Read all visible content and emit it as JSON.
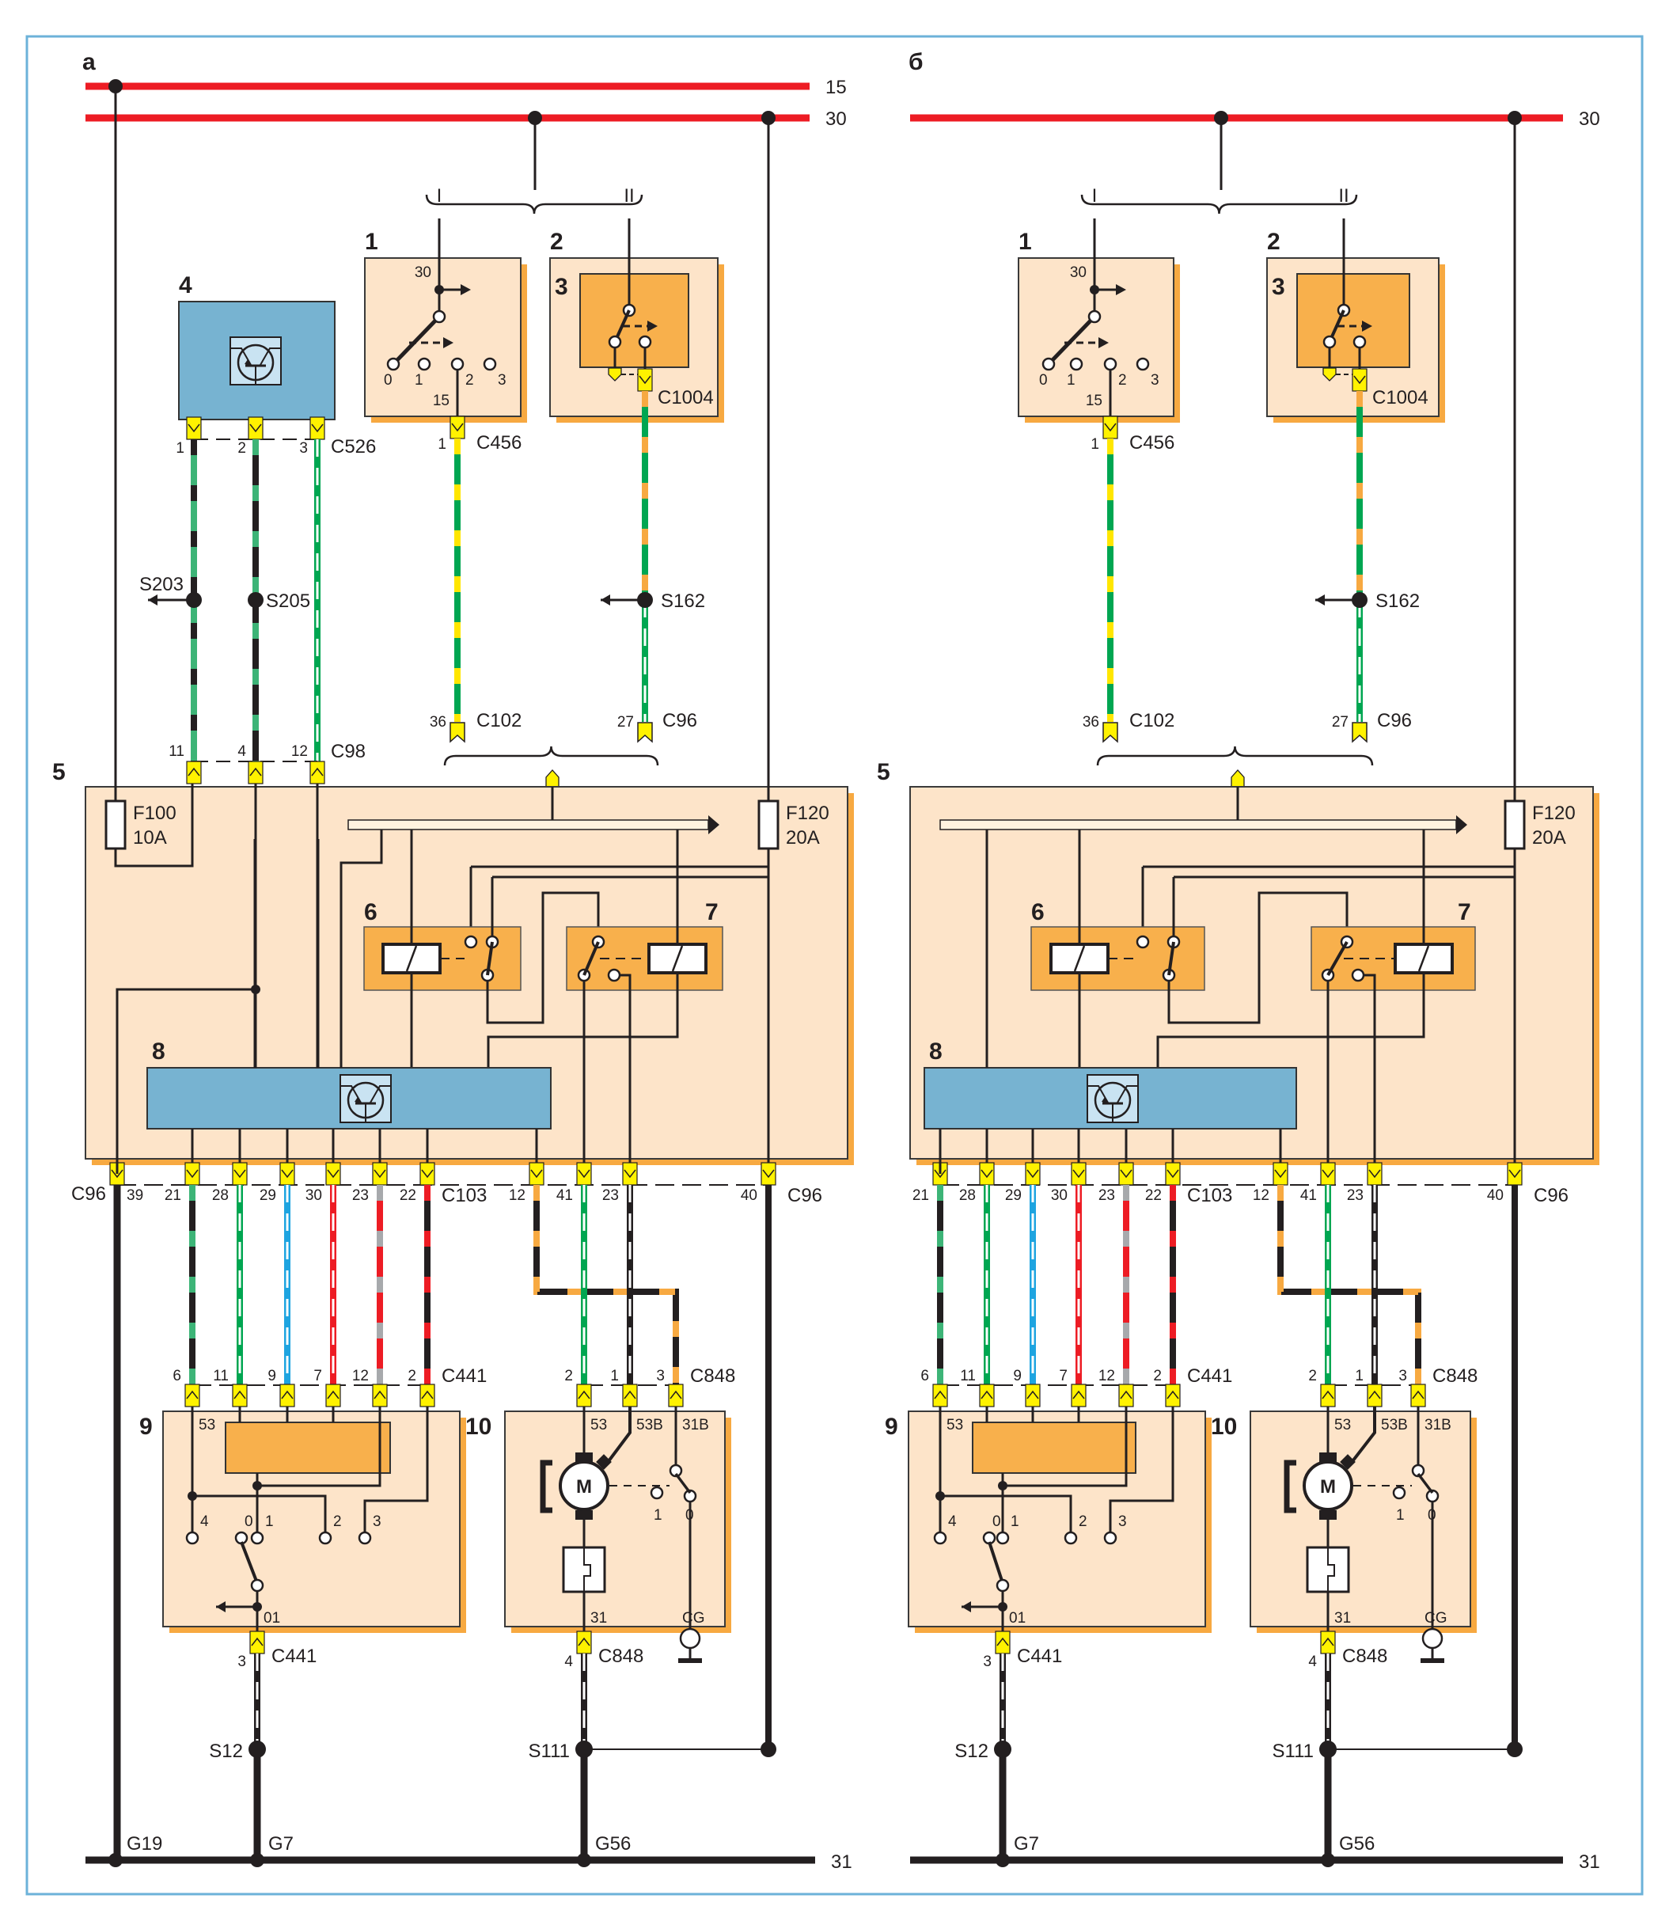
{
  "colors": {
    "bus_red": "#ed1c24",
    "module_bg": "#fde4c9",
    "module_shadow": "#f7a941",
    "relay_orange": "#f8b04c",
    "electronic_blue": "#77b3d1",
    "connector_yellow": "#fff200",
    "frame": "#6cb2d9",
    "green": "#00a651",
    "light_green": "#3db477",
    "yellow": "#ffe600",
    "blue": "#1ea4e0",
    "red": "#ed1c24",
    "grey": "#a7a9ac",
    "orange": "#f7a941",
    "black": "#231f20",
    "white": "#ffffff"
  },
  "panels": [
    {
      "id": "a",
      "label": "а",
      "buses": [
        {
          "label": "15"
        },
        {
          "label": "30"
        },
        {
          "label": "31"
        }
      ],
      "switch_group": {
        "left_label": "I",
        "right_label": "II"
      },
      "components": {
        "c1": {
          "num": "1",
          "terminal_top": "30",
          "terminal_bottom": "15",
          "positions": [
            "0",
            "1",
            "2",
            "3"
          ]
        },
        "c2": {
          "num": "2"
        },
        "c3": {
          "num": "3"
        },
        "c4": {
          "num": "4"
        },
        "c5": {
          "num": "5"
        },
        "c6": {
          "num": "6"
        },
        "c7": {
          "num": "7"
        },
        "c8": {
          "num": "8"
        },
        "c9": {
          "num": "9",
          "terminal_top": "53",
          "terminal_bottom": "01",
          "positions": [
            "4",
            "0",
            "1",
            "2",
            "3"
          ]
        },
        "c10": {
          "num": "10",
          "terminals": [
            "53",
            "53B",
            "31B",
            "31",
            "CG"
          ],
          "motor": "M",
          "park_positions": [
            "1",
            "0"
          ]
        }
      },
      "fuses": [
        {
          "name": "F100",
          "rating": "10A"
        },
        {
          "name": "F120",
          "rating": "20A"
        }
      ],
      "connectors": {
        "C526": {
          "name": "C526",
          "pins": [
            "1",
            "2",
            "3"
          ]
        },
        "C456": {
          "name": "C456",
          "pin": "1"
        },
        "C1004": {
          "name": "C1004"
        },
        "C102": {
          "name": "C102",
          "pin": "36"
        },
        "C96_top": {
          "name": "C96",
          "pin": "27"
        },
        "C98": {
          "name": "C98",
          "pins": [
            "11",
            "4",
            "12"
          ]
        },
        "C96_left": {
          "name": "C96",
          "pin": "39"
        },
        "C103": {
          "name": "C103",
          "pins": [
            "21",
            "28",
            "29",
            "30",
            "23",
            "22"
          ]
        },
        "C96_right": {
          "name": "C96",
          "pins": [
            "12",
            "41",
            "23",
            "40"
          ]
        },
        "C441": {
          "name": "C441",
          "pins": [
            "6",
            "11",
            "9",
            "7",
            "12",
            "2"
          ]
        },
        "C848": {
          "name": "C848",
          "pins": [
            "2",
            "1",
            "3"
          ]
        },
        "C441_bottom": {
          "name": "C441",
          "pin": "3"
        },
        "C848_bottom": {
          "name": "C848",
          "pin": "4"
        }
      },
      "splices": [
        "S203",
        "S205",
        "S162",
        "S12",
        "S111"
      ],
      "grounds": [
        "G19",
        "G7",
        "G56"
      ]
    },
    {
      "id": "b",
      "label": "б",
      "buses": [
        {
          "label": "30"
        },
        {
          "label": "31"
        }
      ],
      "switch_group": {
        "left_label": "I",
        "right_label": "II"
      },
      "components": {
        "c1": {
          "num": "1",
          "terminal_top": "30",
          "terminal_bottom": "15",
          "positions": [
            "0",
            "1",
            "2",
            "3"
          ]
        },
        "c2": {
          "num": "2"
        },
        "c3": {
          "num": "3"
        },
        "c5": {
          "num": "5"
        },
        "c6": {
          "num": "6"
        },
        "c7": {
          "num": "7"
        },
        "c8": {
          "num": "8"
        },
        "c9": {
          "num": "9",
          "terminal_top": "53",
          "terminal_bottom": "01",
          "positions": [
            "4",
            "0",
            "1",
            "2",
            "3"
          ]
        },
        "c10": {
          "num": "10",
          "terminals": [
            "53",
            "53B",
            "31B",
            "31",
            "CG"
          ],
          "motor": "M",
          "park_positions": [
            "1",
            "0"
          ]
        }
      },
      "fuses": [
        {
          "name": "F120",
          "rating": "20A"
        }
      ],
      "connectors": {
        "C456": {
          "name": "C456",
          "pin": "1"
        },
        "C1004": {
          "name": "C1004"
        },
        "C102": {
          "name": "C102",
          "pin": "36"
        },
        "C96_top": {
          "name": "C96",
          "pin": "27"
        },
        "C103": {
          "name": "C103",
          "pins": [
            "21",
            "28",
            "29",
            "30",
            "23",
            "22"
          ]
        },
        "C96_right": {
          "name": "C96",
          "pins": [
            "12",
            "41",
            "23",
            "40"
          ]
        },
        "C441": {
          "name": "C441",
          "pins": [
            "6",
            "11",
            "9",
            "7",
            "12",
            "2"
          ]
        },
        "C848": {
          "name": "C848",
          "pins": [
            "2",
            "1",
            "3"
          ]
        },
        "C441_bottom": {
          "name": "C441",
          "pin": "3"
        },
        "C848_bottom": {
          "name": "C848",
          "pin": "4"
        }
      },
      "splices": [
        "S162",
        "S12",
        "S111"
      ],
      "grounds": [
        "G7",
        "G56"
      ]
    }
  ],
  "wire_colors": {
    "C526_1": [
      "light_green",
      "black"
    ],
    "C526_2": [
      "black",
      "light_green"
    ],
    "C526_3": [
      "green",
      "white"
    ],
    "C456_1": [
      "green",
      "yellow"
    ],
    "C1004": [
      "green",
      "orange"
    ],
    "S162_down": [
      "green",
      "white"
    ],
    "C103_21": [
      "black",
      "light_green"
    ],
    "C103_28": [
      "green",
      "white"
    ],
    "C103_29": [
      "blue",
      "white"
    ],
    "C103_30": [
      "red",
      "white"
    ],
    "C103_23": [
      "red",
      "grey"
    ],
    "C103_22": [
      "black",
      "red"
    ],
    "C96_12": [
      "black",
      "orange"
    ],
    "C96_41": [
      "green",
      "white"
    ],
    "C96_23": [
      "black",
      "white"
    ],
    "C441_3": [
      "black",
      "white"
    ]
  }
}
